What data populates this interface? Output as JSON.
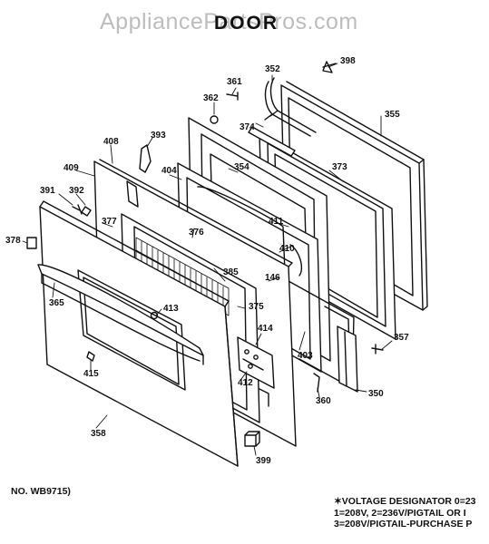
{
  "watermark": "AppliancePartsPros.com",
  "title": "DOOR",
  "callouts": [
    {
      "id": "398"
    },
    {
      "id": "352"
    },
    {
      "id": "361"
    },
    {
      "id": "362"
    },
    {
      "id": "355"
    },
    {
      "id": "374"
    },
    {
      "id": "393"
    },
    {
      "id": "408"
    },
    {
      "id": "354"
    },
    {
      "id": "373"
    },
    {
      "id": "409"
    },
    {
      "id": "404"
    },
    {
      "id": "392"
    },
    {
      "id": "391"
    },
    {
      "id": "411"
    },
    {
      "id": "377"
    },
    {
      "id": "376"
    },
    {
      "id": "410"
    },
    {
      "id": "378"
    },
    {
      "id": "385"
    },
    {
      "id": "146"
    },
    {
      "id": "365"
    },
    {
      "id": "413"
    },
    {
      "id": "375"
    },
    {
      "id": "414"
    },
    {
      "id": "357"
    },
    {
      "id": "403"
    },
    {
      "id": "415"
    },
    {
      "id": "412"
    },
    {
      "id": "360"
    },
    {
      "id": "350"
    },
    {
      "id": "358"
    },
    {
      "id": "399"
    }
  ],
  "footer_left": "NO. WB9715)",
  "footer_right": [
    "✶VOLTAGE DESIGNATOR 0=23",
    "1=208V, 2=236V/PIGTAIL OR I",
    "3=208V/PIGTAIL-PURCHASE P"
  ]
}
